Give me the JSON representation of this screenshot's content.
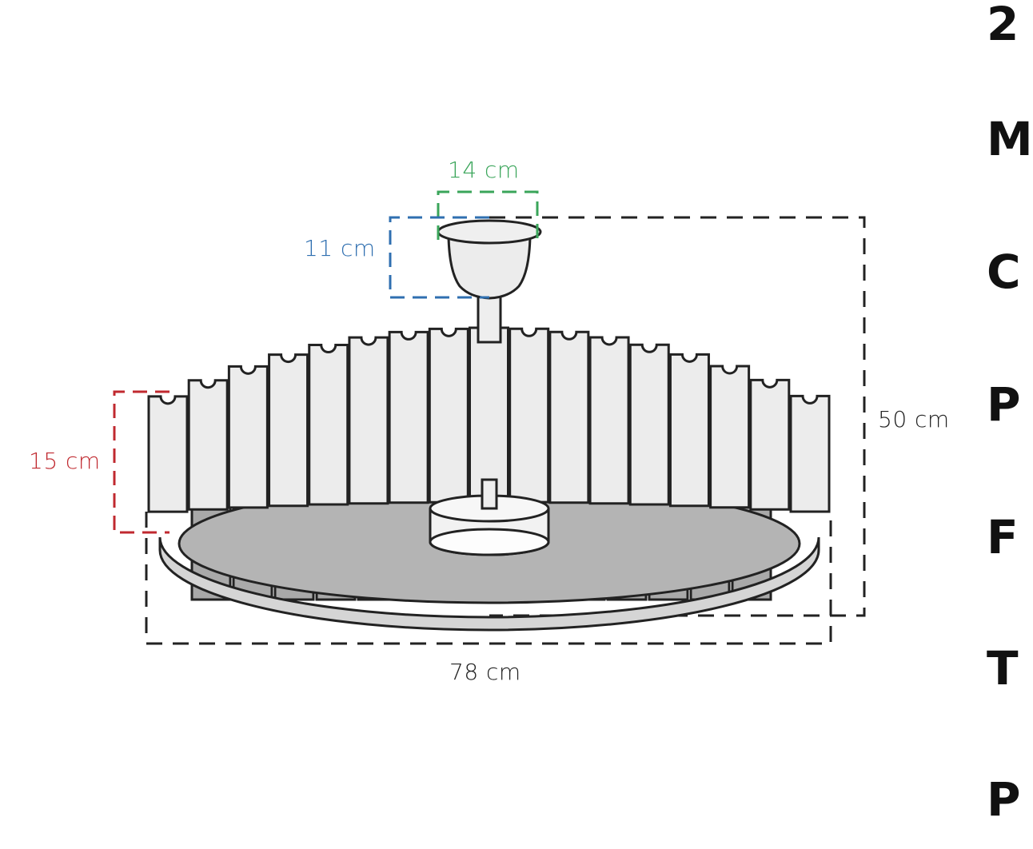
{
  "dimensions": {
    "canopy_width": "14 cm",
    "canopy_height": "11 cm",
    "crystal_height": "15 cm",
    "total_height": "50 cm",
    "diameter": "78 cm"
  },
  "side_letters": [
    "2",
    "M",
    "C",
    "P",
    "F",
    "T",
    "P"
  ],
  "colors": {
    "green": "#3aa55a",
    "blue": "#2f6fb0",
    "red": "#c0292f",
    "dark": "#222222",
    "crystal": "#ececec",
    "shade": "#b4b4b4",
    "ring": "#d5d5d5"
  }
}
